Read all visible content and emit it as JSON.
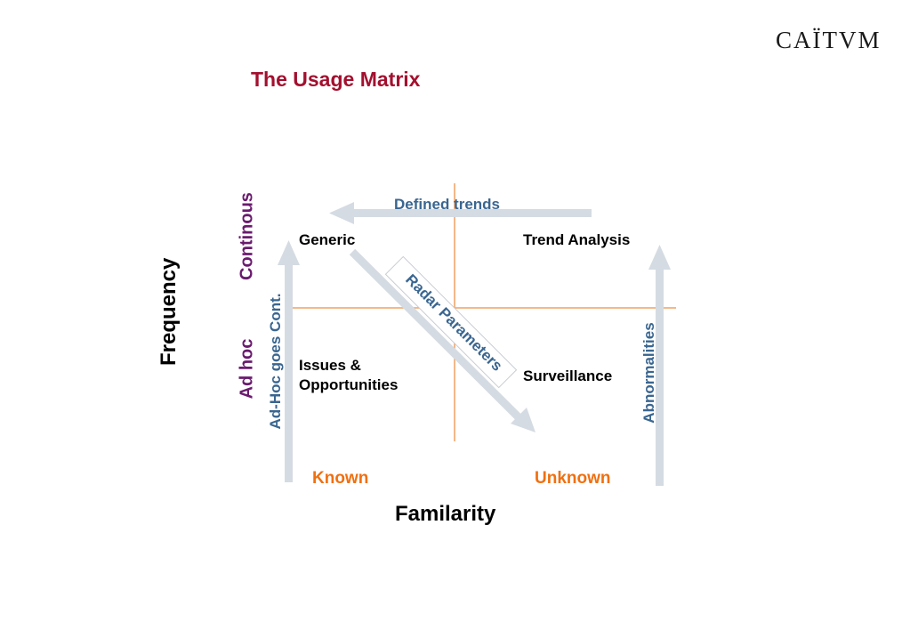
{
  "header": {
    "title": "The Usage Matrix",
    "logo_text": "CAÏTVM"
  },
  "quadrants": {
    "top_left": "Generic",
    "top_right": "Trend Analysis",
    "bottom_left_line1": "Issues &",
    "bottom_left_line2": "Opportunities",
    "bottom_right": "Surveillance"
  },
  "arrows": {
    "top": "Defined trends",
    "diagonal": "Radar Parameters",
    "left": "Ad-Hoc goes Cont.",
    "right": "Abnormalities"
  },
  "axes": {
    "y_title": "Frequency",
    "y_top": "Continous",
    "y_bottom": "Ad hoc",
    "x_title": "Familarity",
    "x_left": "Known",
    "x_right": "Unknown"
  },
  "colors": {
    "title": "#a3102f",
    "gridline": "#f0a060",
    "arrow": "#d5dbe2",
    "arrow_label": "#3a6690",
    "purple_label": "#6a1a6e",
    "orange_label": "#f07010"
  }
}
